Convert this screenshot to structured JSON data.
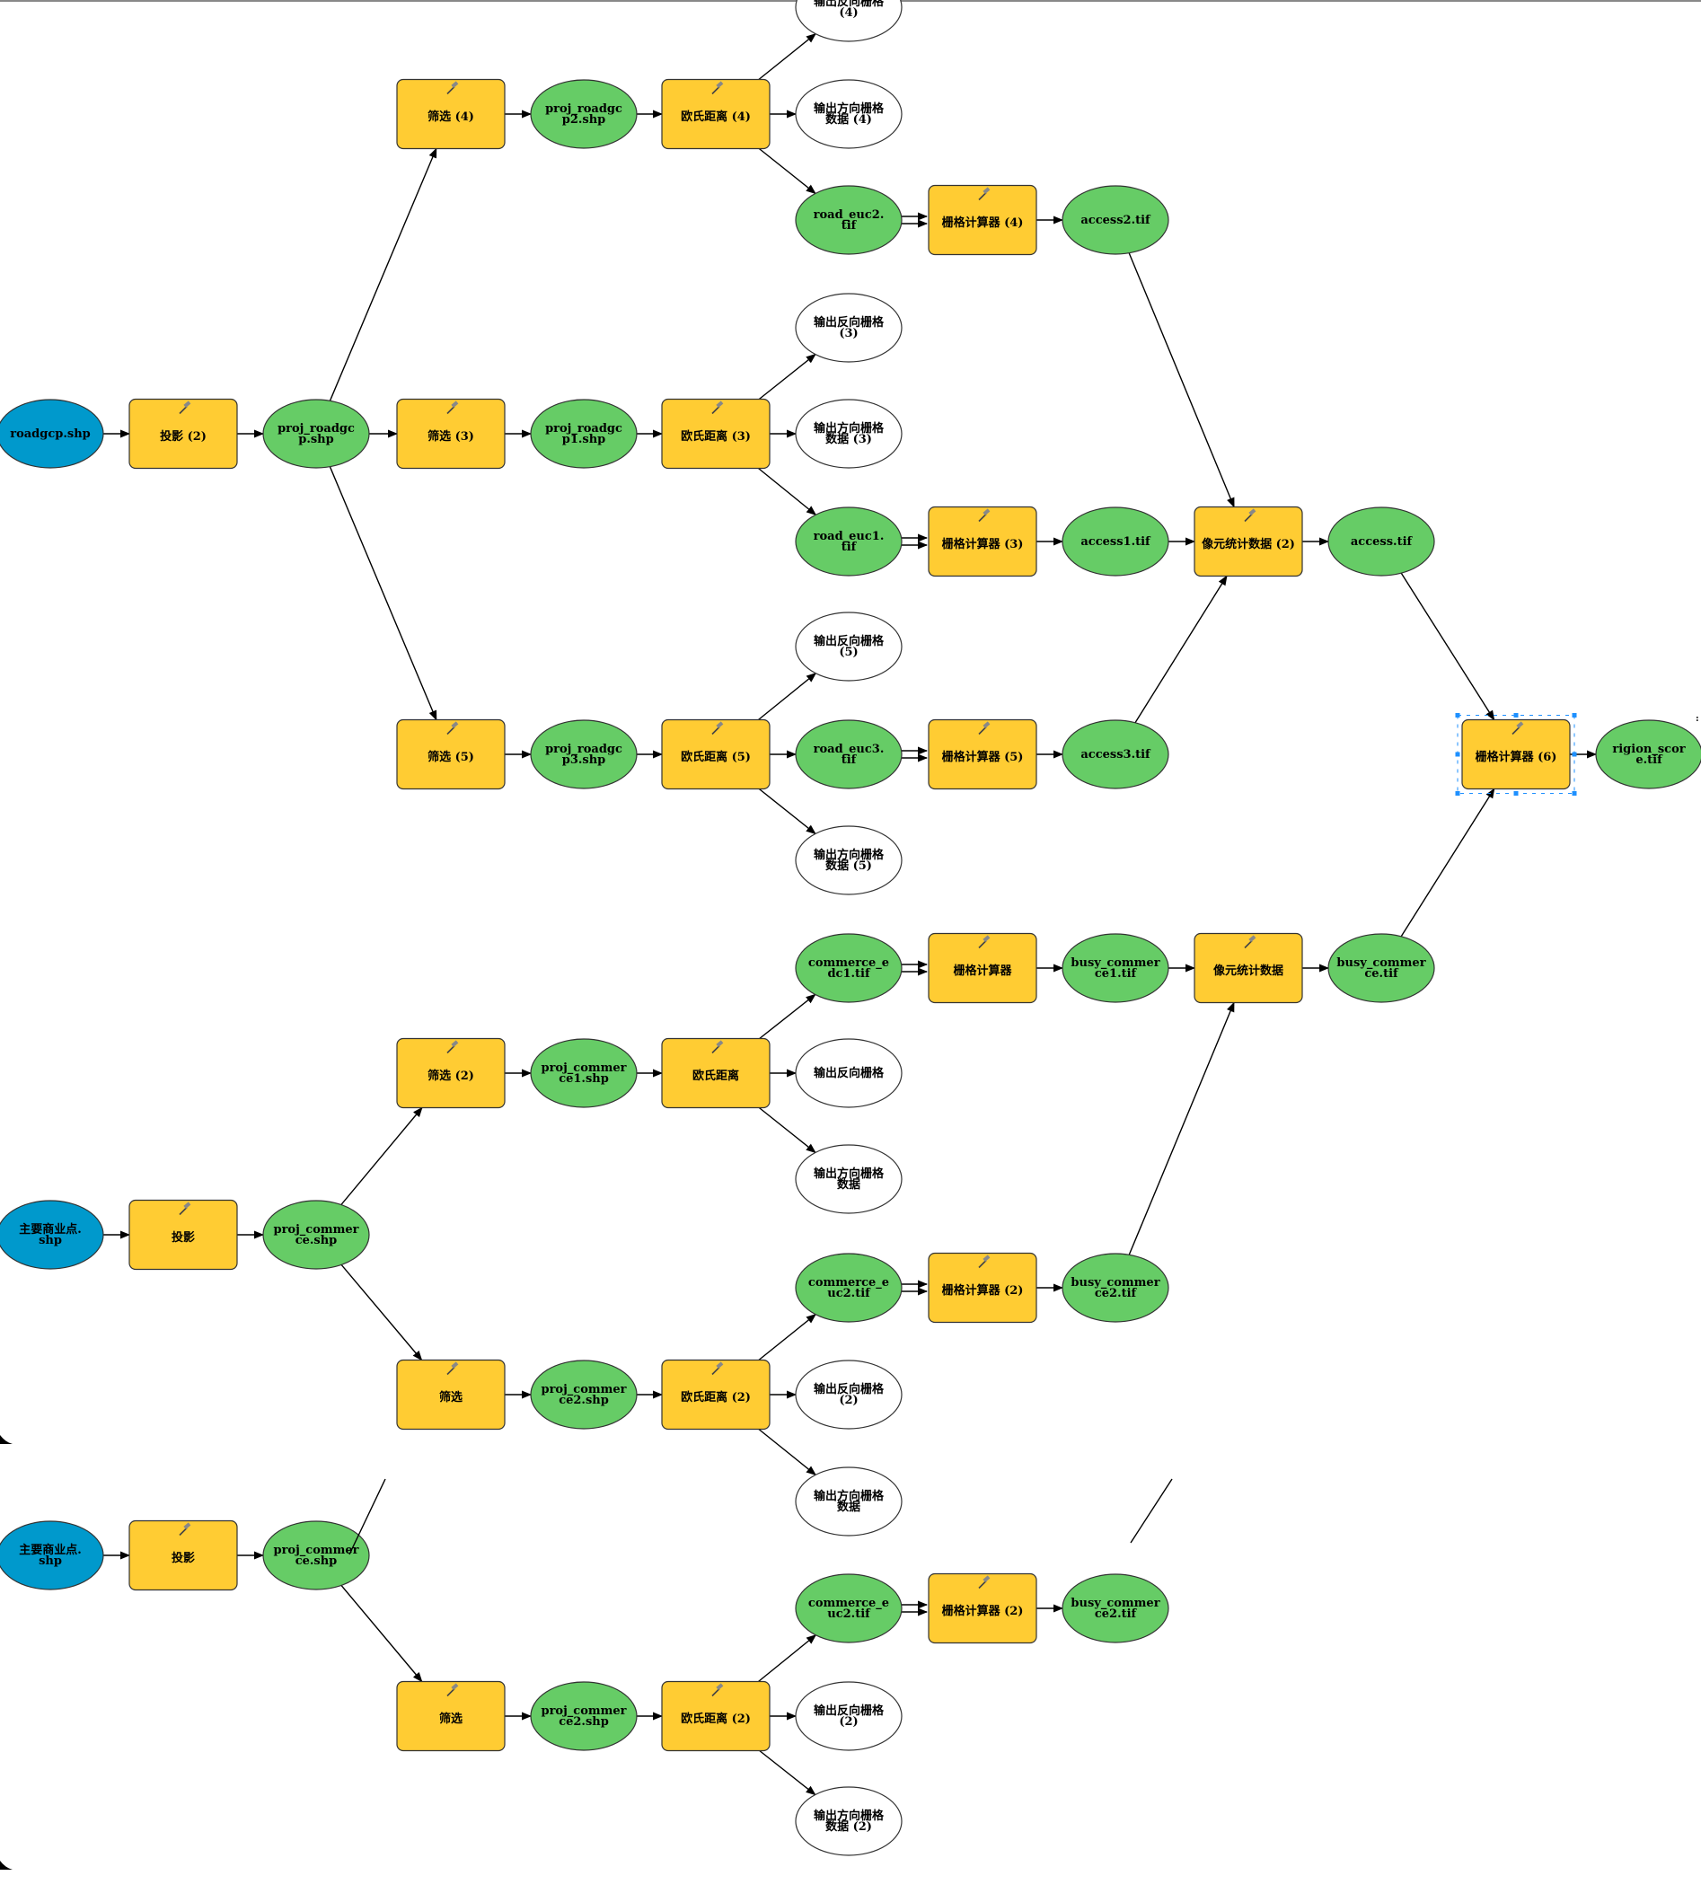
{
  "colors": {
    "tool": "#ffcc33",
    "derived": "#66cc66",
    "input": "#0099cc",
    "output_empty": "#ffffff",
    "stroke": "#333333",
    "selection": "#1e90ff"
  },
  "nodes": [
    {
      "id": "n_out_rev4",
      "kind": "empty",
      "lines": [
        "输出反向栅格",
        "(4)"
      ]
    },
    {
      "id": "n_filter4",
      "kind": "tool",
      "lines": [
        "筛选 (4)"
      ]
    },
    {
      "id": "n_proj_rp2",
      "kind": "data",
      "lines": [
        "proj_roadgc",
        "p2.shp"
      ]
    },
    {
      "id": "n_euc4",
      "kind": "tool",
      "lines": [
        "欧氏距离 (4)"
      ]
    },
    {
      "id": "n_out_dir4",
      "kind": "empty",
      "lines": [
        "输出方向栅格",
        "数据 (4)"
      ]
    },
    {
      "id": "n_road_euc2",
      "kind": "data",
      "lines": [
        "road_euc2.",
        "tif"
      ]
    },
    {
      "id": "n_calc4",
      "kind": "tool",
      "lines": [
        "栅格计算器 (4)"
      ]
    },
    {
      "id": "n_access2",
      "kind": "data",
      "lines": [
        "access2.tif"
      ]
    },
    {
      "id": "n_out_rev3",
      "kind": "empty",
      "lines": [
        "输出反向栅格",
        "(3)"
      ]
    },
    {
      "id": "n_roadgcp",
      "kind": "input",
      "lines": [
        "roadgcp.shp"
      ]
    },
    {
      "id": "n_project2",
      "kind": "tool",
      "lines": [
        "投影 (2)"
      ]
    },
    {
      "id": "n_proj_roadgcp",
      "kind": "data",
      "lines": [
        "proj_roadgc",
        "p.shp"
      ]
    },
    {
      "id": "n_filter3",
      "kind": "tool",
      "lines": [
        "筛选 (3)"
      ]
    },
    {
      "id": "n_proj_rp1",
      "kind": "data",
      "lines": [
        "proj_roadgc",
        "p1.shp"
      ]
    },
    {
      "id": "n_euc3",
      "kind": "tool",
      "lines": [
        "欧氏距离 (3)"
      ]
    },
    {
      "id": "n_out_dir3",
      "kind": "empty",
      "lines": [
        "输出方向栅格",
        "数据 (3)"
      ]
    },
    {
      "id": "n_road_euc1",
      "kind": "data",
      "lines": [
        "road_euc1.",
        "tif"
      ]
    },
    {
      "id": "n_calc3",
      "kind": "tool",
      "lines": [
        "栅格计算器 (3)"
      ]
    },
    {
      "id": "n_access1",
      "kind": "data",
      "lines": [
        "access1.tif"
      ]
    },
    {
      "id": "n_cellstat2",
      "kind": "tool",
      "lines": [
        "像元统计数据 (2)"
      ]
    },
    {
      "id": "n_access",
      "kind": "data",
      "lines": [
        "access.tif"
      ]
    },
    {
      "id": "n_out_rev5",
      "kind": "empty",
      "lines": [
        "输出反向栅格",
        "(5)"
      ]
    },
    {
      "id": "n_filter5",
      "kind": "tool",
      "lines": [
        "筛选 (5)"
      ]
    },
    {
      "id": "n_proj_rp3",
      "kind": "data",
      "lines": [
        "proj_roadgc",
        "p3.shp"
      ]
    },
    {
      "id": "n_euc5",
      "kind": "tool",
      "lines": [
        "欧氏距离 (5)"
      ]
    },
    {
      "id": "n_road_euc3",
      "kind": "data",
      "lines": [
        "road_euc3.",
        "tif"
      ]
    },
    {
      "id": "n_calc5",
      "kind": "tool",
      "lines": [
        "栅格计算器 (5)"
      ]
    },
    {
      "id": "n_access3",
      "kind": "data",
      "lines": [
        "access3.tif"
      ]
    },
    {
      "id": "n_calc6",
      "kind": "tool",
      "selected": true,
      "lines": [
        "栅格计算器 (6)"
      ]
    },
    {
      "id": "n_region",
      "kind": "data",
      "lines": [
        "rigion_scor",
        "e.tif"
      ]
    },
    {
      "id": "n_out_dir5",
      "kind": "empty",
      "lines": [
        "输出方向栅格",
        "数据 (5)"
      ]
    },
    {
      "id": "n_comm_edc1",
      "kind": "data",
      "lines": [
        "commerce_e",
        "dc1.tif"
      ]
    },
    {
      "id": "n_calc1",
      "kind": "tool",
      "lines": [
        "栅格计算器"
      ]
    },
    {
      "id": "n_busy1",
      "kind": "data",
      "lines": [
        "busy_commer",
        "ce1.tif"
      ]
    },
    {
      "id": "n_cellstat",
      "kind": "tool",
      "lines": [
        "像元统计数据"
      ]
    },
    {
      "id": "n_busy",
      "kind": "data",
      "lines": [
        "busy_commer",
        "ce.tif"
      ]
    },
    {
      "id": "n_filter2",
      "kind": "tool",
      "lines": [
        "筛选 (2)"
      ]
    },
    {
      "id": "n_proj_c1",
      "kind": "data",
      "lines": [
        "proj_commer",
        "ce1.shp"
      ]
    },
    {
      "id": "n_euc1",
      "kind": "tool",
      "lines": [
        "欧氏距离"
      ]
    },
    {
      "id": "n_out_rev1",
      "kind": "empty",
      "lines": [
        "输出反向栅格"
      ]
    },
    {
      "id": "n_out_dir1",
      "kind": "empty",
      "lines": [
        "输出方向栅格",
        "数据"
      ]
    },
    {
      "id": "n_comm_in",
      "kind": "input",
      "lines": [
        "主要商业点.",
        "shp"
      ]
    },
    {
      "id": "n_project",
      "kind": "tool",
      "lines": [
        "投影"
      ]
    },
    {
      "id": "n_proj_comm",
      "kind": "data",
      "lines": [
        "proj_commer",
        "ce.shp"
      ]
    },
    {
      "id": "n_comm_euc2",
      "kind": "data",
      "lines": [
        "commerce_e",
        "uc2.tif"
      ]
    },
    {
      "id": "n_calc2",
      "kind": "tool",
      "lines": [
        "栅格计算器 (2)"
      ]
    },
    {
      "id": "n_busy2",
      "kind": "data",
      "lines": [
        "busy_commer",
        "ce2.tif"
      ]
    },
    {
      "id": "n_filter",
      "kind": "tool",
      "lines": [
        "筛选"
      ]
    },
    {
      "id": "n_proj_c2",
      "kind": "data",
      "lines": [
        "proj_commer",
        "ce2.shp"
      ]
    },
    {
      "id": "n_euc2",
      "kind": "tool",
      "lines": [
        "欧氏距离 (2)"
      ]
    },
    {
      "id": "n_out_rev2",
      "kind": "empty",
      "lines": [
        "输出反向栅格",
        "(2)"
      ]
    },
    {
      "id": "n_out_dir2",
      "kind": "empty",
      "lines": [
        "输出方向栅格",
        "数据"
      ]
    },
    {
      "id": "r_comm_in",
      "kind": "input",
      "lines": [
        "主要商业点.",
        "shp"
      ]
    },
    {
      "id": "r_project",
      "kind": "tool",
      "lines": [
        "投影"
      ]
    },
    {
      "id": "r_proj_comm",
      "kind": "data",
      "lines": [
        "proj_commer",
        "ce.shp"
      ]
    },
    {
      "id": "r_comm_euc2",
      "kind": "data",
      "lines": [
        "commerce_e",
        "uc2.tif"
      ]
    },
    {
      "id": "r_calc2",
      "kind": "tool",
      "lines": [
        "栅格计算器 (2)"
      ]
    },
    {
      "id": "r_busy2",
      "kind": "data",
      "lines": [
        "busy_commer",
        "ce2.tif"
      ]
    },
    {
      "id": "r_filter",
      "kind": "tool",
      "lines": [
        "筛选"
      ]
    },
    {
      "id": "r_proj_c2",
      "kind": "data",
      "lines": [
        "proj_commer",
        "ce2.shp"
      ]
    },
    {
      "id": "r_euc2",
      "kind": "tool",
      "lines": [
        "欧氏距离 (2)"
      ]
    },
    {
      "id": "r_out_rev2",
      "kind": "empty",
      "lines": [
        "输出反向栅格",
        "(2)"
      ]
    },
    {
      "id": "r_out_dir2",
      "kind": "empty",
      "lines": [
        "输出方向栅格",
        "数据 (2)"
      ]
    }
  ],
  "edges": [
    [
      "n_roadgcp",
      "n_project2"
    ],
    [
      "n_project2",
      "n_proj_roadgcp"
    ],
    [
      "n_proj_roadgcp",
      "n_filter4"
    ],
    [
      "n_proj_roadgcp",
      "n_filter3"
    ],
    [
      "n_proj_roadgcp",
      "n_filter5"
    ],
    [
      "n_filter4",
      "n_proj_rp2"
    ],
    [
      "n_proj_rp2",
      "n_euc4"
    ],
    [
      "n_euc4",
      "n_out_rev4"
    ],
    [
      "n_euc4",
      "n_out_dir4"
    ],
    [
      "n_euc4",
      "n_road_euc2"
    ],
    [
      "n_road_euc2",
      "n_calc4",
      "double"
    ],
    [
      "n_calc4",
      "n_access2"
    ],
    [
      "n_access2",
      "n_cellstat2"
    ],
    [
      "n_filter3",
      "n_proj_rp1"
    ],
    [
      "n_proj_rp1",
      "n_euc3"
    ],
    [
      "n_euc3",
      "n_out_rev3"
    ],
    [
      "n_euc3",
      "n_out_dir3"
    ],
    [
      "n_euc3",
      "n_road_euc1"
    ],
    [
      "n_road_euc1",
      "n_calc3",
      "double"
    ],
    [
      "n_calc3",
      "n_access1"
    ],
    [
      "n_access1",
      "n_cellstat2"
    ],
    [
      "n_cellstat2",
      "n_access"
    ],
    [
      "n_access",
      "n_calc6"
    ],
    [
      "n_filter5",
      "n_proj_rp3"
    ],
    [
      "n_proj_rp3",
      "n_euc5"
    ],
    [
      "n_euc5",
      "n_out_rev5"
    ],
    [
      "n_euc5",
      "n_road_euc3"
    ],
    [
      "n_euc5",
      "n_out_dir5"
    ],
    [
      "n_road_euc3",
      "n_calc5",
      "double"
    ],
    [
      "n_calc5",
      "n_access3"
    ],
    [
      "n_access3",
      "n_cellstat2"
    ],
    [
      "n_calc6",
      "n_region"
    ],
    [
      "n_busy",
      "n_calc6"
    ],
    [
      "n_comm_in",
      "n_project"
    ],
    [
      "n_project",
      "n_proj_comm"
    ],
    [
      "n_proj_comm",
      "n_filter2"
    ],
    [
      "n_proj_comm",
      "n_filter"
    ],
    [
      "n_filter2",
      "n_proj_c1"
    ],
    [
      "n_proj_c1",
      "n_euc1"
    ],
    [
      "n_euc1",
      "n_comm_edc1"
    ],
    [
      "n_euc1",
      "n_out_rev1"
    ],
    [
      "n_euc1",
      "n_out_dir1"
    ],
    [
      "n_comm_edc1",
      "n_calc1",
      "double"
    ],
    [
      "n_calc1",
      "n_busy1"
    ],
    [
      "n_busy1",
      "n_cellstat"
    ],
    [
      "n_cellstat",
      "n_busy"
    ],
    [
      "n_busy2",
      "n_cellstat"
    ],
    [
      "n_filter",
      "n_proj_c2"
    ],
    [
      "n_proj_c2",
      "n_euc2"
    ],
    [
      "n_euc2",
      "n_comm_euc2"
    ],
    [
      "n_euc2",
      "n_out_rev2"
    ],
    [
      "n_euc2",
      "n_out_dir2"
    ],
    [
      "n_comm_euc2",
      "n_calc2",
      "double"
    ],
    [
      "n_calc2",
      "n_busy2"
    ],
    [
      "r_comm_in",
      "r_project"
    ],
    [
      "r_project",
      "r_proj_comm"
    ],
    [
      "r_proj_comm",
      "r_filter"
    ],
    [
      "r_filter",
      "r_proj_c2"
    ],
    [
      "r_proj_c2",
      "r_euc2"
    ],
    [
      "r_euc2",
      "r_comm_euc2"
    ],
    [
      "r_euc2",
      "r_out_rev2"
    ],
    [
      "r_euc2",
      "r_out_dir2"
    ],
    [
      "r_comm_euc2",
      "r_calc2",
      "double"
    ],
    [
      "r_calc2",
      "r_busy2"
    ]
  ]
}
